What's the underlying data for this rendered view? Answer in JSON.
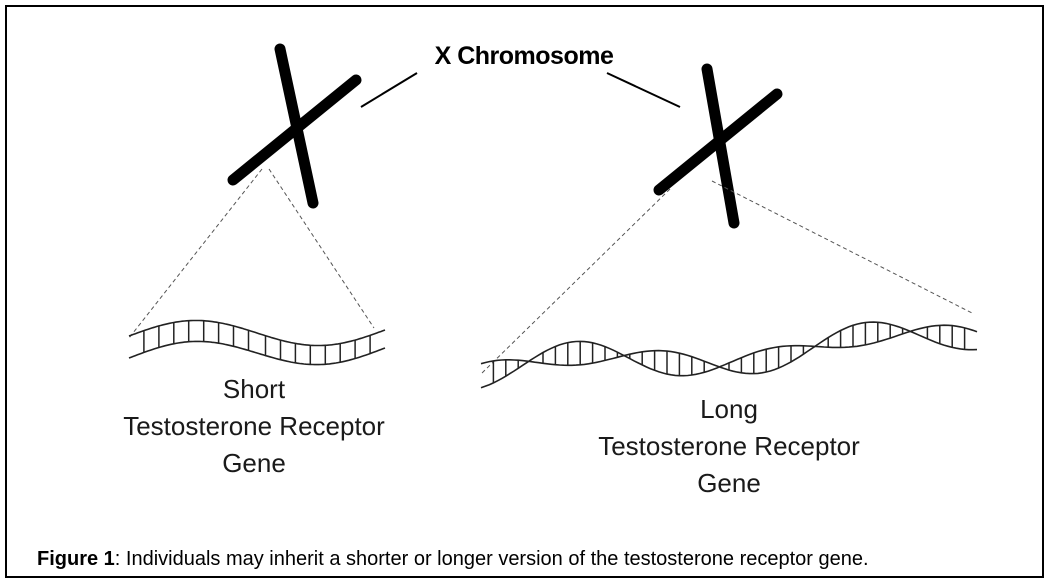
{
  "diagram": {
    "chromosome_label": "X Chromosome",
    "short_gene": {
      "line1": "Short",
      "line2": "Testosterone Receptor",
      "line3": "Gene"
    },
    "long_gene": {
      "line1": "Long",
      "line2": "Testosterone Receptor",
      "line3": "Gene"
    },
    "colors": {
      "chromosome": "#000000",
      "dna_strand": "#222222",
      "dashed_line": "#555555"
    }
  },
  "caption": {
    "figure_label": "Figure 1",
    "text": ": Individuals may inherit a shorter or longer version of the testosterone receptor gene."
  }
}
